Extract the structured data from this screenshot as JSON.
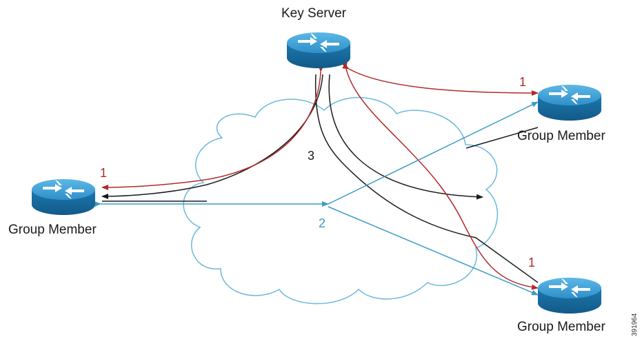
{
  "nodes": {
    "key_server": {
      "label": "Key Server"
    },
    "member_left": {
      "label": "Group Member"
    },
    "member_top_right": {
      "label": "Group Member"
    },
    "member_bottom_right": {
      "label": "Group Member"
    }
  },
  "step_labels": {
    "left": "1",
    "top_right": "1",
    "bottom_right": "1",
    "multicast": "2",
    "rekey": "3"
  },
  "figure_id": "391964",
  "colors": {
    "registration": "#b02a2a",
    "multicast": "#3b9bc4",
    "rekey": "#1a1a1a",
    "cloud_outline": "#6ab8dc",
    "router_body": "#1f7fb8",
    "router_top": "#43a6da"
  },
  "icons": [
    "router-icon",
    "cloud-icon"
  ]
}
